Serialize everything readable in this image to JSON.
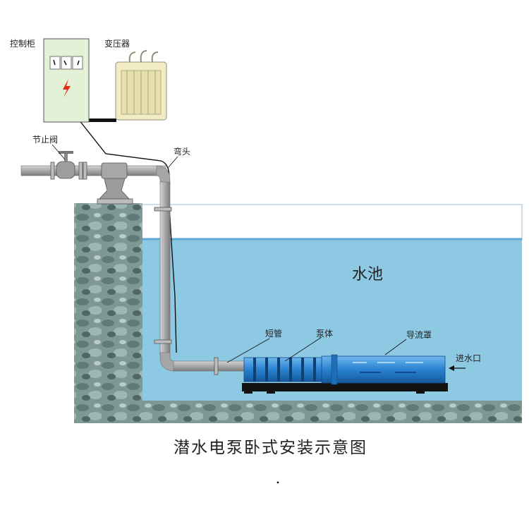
{
  "labels": {
    "control_cabinet": "控制柜",
    "transformer": "变压器",
    "valve": "节止阀",
    "elbow": "弯头",
    "pool": "水池",
    "short_pipe": "短管",
    "pump_body": "泵体",
    "flow_shroud": "导流罩",
    "water_inlet": "进水口"
  },
  "caption": "潜水电泵卧式安装示意图",
  "colors": {
    "water": "#8ec9e4",
    "water_top": "#6db7da",
    "cabinet": "#e3f1d7",
    "pipe": "#a9a9a9",
    "pump": "#2d86d2",
    "rock": "#6f8d8a"
  }
}
